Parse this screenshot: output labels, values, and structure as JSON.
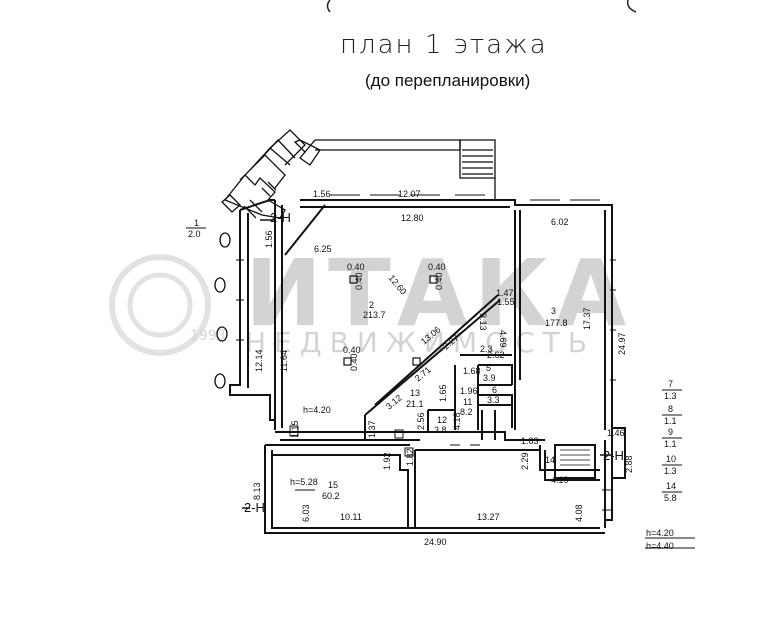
{
  "plan": {
    "title": "план 1 этажа",
    "subtitle": "(до перепланировки)"
  },
  "watermark": {
    "brand": "ИТАКА",
    "tagline": "НЕДВИЖИМОСТЬ",
    "year": "1993"
  },
  "section_marker": "2-Н",
  "heights": {
    "main": "h=4.20",
    "basement": "h=5.28",
    "legend_a": "h=4.20",
    "legend_b": "h=4.40"
  },
  "dimensions": {
    "d_1_56_top": "1.56",
    "d_12_07": "12.07",
    "d_12_80": "12.80",
    "d_6_02": "6.02",
    "d_1_56_left": "1.56",
    "d_6_25": "6.25",
    "d_12_60": "12.60",
    "d_1_47": "1.47",
    "d_1_55": "1.55",
    "d_3_13": "3.13",
    "d_4_69": "4.69",
    "d_17_37": "17.37",
    "d_24_97": "24.97",
    "d_13_06": "13.06",
    "d_2_27": "2.27",
    "d_2_62": "2.62",
    "d_12_14": "12.14",
    "d_11_64": "11.64",
    "d_1_68": "1.68",
    "d_2_71": "2.71",
    "d_3_12": "3.12",
    "d_1_96": "1.96",
    "d_1_65": "1.65",
    "d_2_56": "2.56",
    "d_4_18": "4.18",
    "d_1_15": "1.15",
    "d_1_37": "1.37",
    "d_1_83": "1.83",
    "d_1_46": "1.46",
    "d_2_29": "2.29",
    "d_2_88": "2.88",
    "d_1_92": "1.92",
    "d_1_82": "1.82",
    "d_4_19": "4.19",
    "d_8_13": "8.13",
    "d_6_03": "6.03",
    "d_10_11": "10.11",
    "d_13_27": "13.27",
    "d_4_08": "4.08",
    "d_24_90": "24.90"
  },
  "column_marks": [
    "0.40",
    "0.40",
    "0.40",
    "0.40",
    "0.40",
    "0.40"
  ],
  "rooms": [
    {
      "num": "1",
      "area": "2.0"
    },
    {
      "num": "2",
      "area": "213.7"
    },
    {
      "num": "3",
      "area": "177.8"
    },
    {
      "num": "4",
      "area": "2.3"
    },
    {
      "num": "5",
      "area": "3.9"
    },
    {
      "num": "6",
      "area": "3.3"
    },
    {
      "num": "11",
      "area": "8.2"
    },
    {
      "num": "12",
      "area": "3.8"
    },
    {
      "num": "13",
      "area": "21.1"
    },
    {
      "num": "15",
      "area": "60.2"
    },
    {
      "num": "14"
    }
  ],
  "legend": [
    {
      "num": "7",
      "area": "1.3"
    },
    {
      "num": "8",
      "area": "1.1"
    },
    {
      "num": "9",
      "area": "1.1"
    },
    {
      "num": "10",
      "area": "1.3"
    },
    {
      "num": "14",
      "area": "5.8"
    }
  ]
}
